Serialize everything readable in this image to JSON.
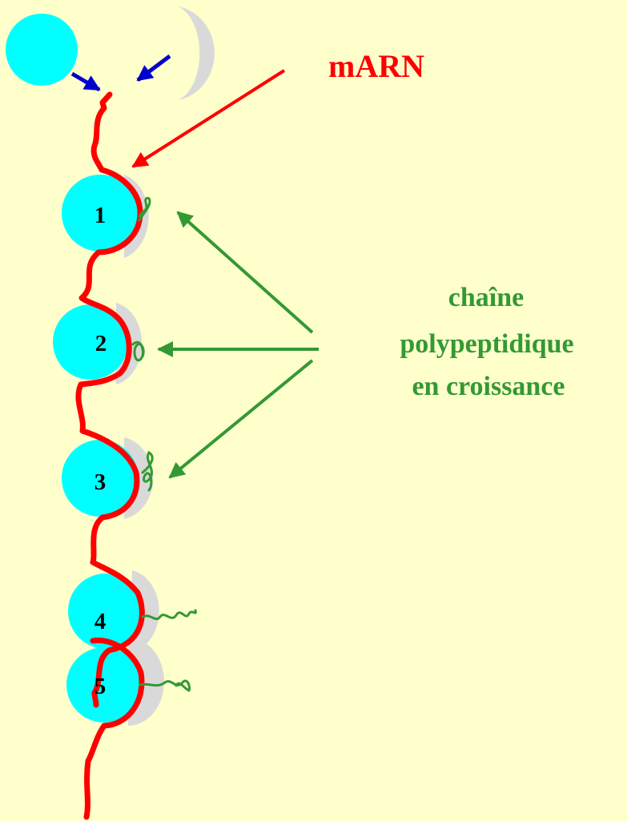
{
  "labels": {
    "mrna": "mARN",
    "chain_line1": "chaîne",
    "chain_line2": "polypeptidique",
    "chain_line3": "en croissance"
  },
  "ribosomes": [
    {
      "number": "1"
    },
    {
      "number": "2"
    },
    {
      "number": "3"
    },
    {
      "number": "4"
    },
    {
      "number": "5"
    }
  ],
  "colors": {
    "background": "#ffffcc",
    "large_subunit": "#00ffff",
    "small_subunit": "#d9d9d9",
    "mrna": "#ff0000",
    "chain": "#339933",
    "pointer": "#0000cc",
    "text_red": "#ff0000",
    "text_green": "#339933",
    "text_black": "#000000"
  }
}
